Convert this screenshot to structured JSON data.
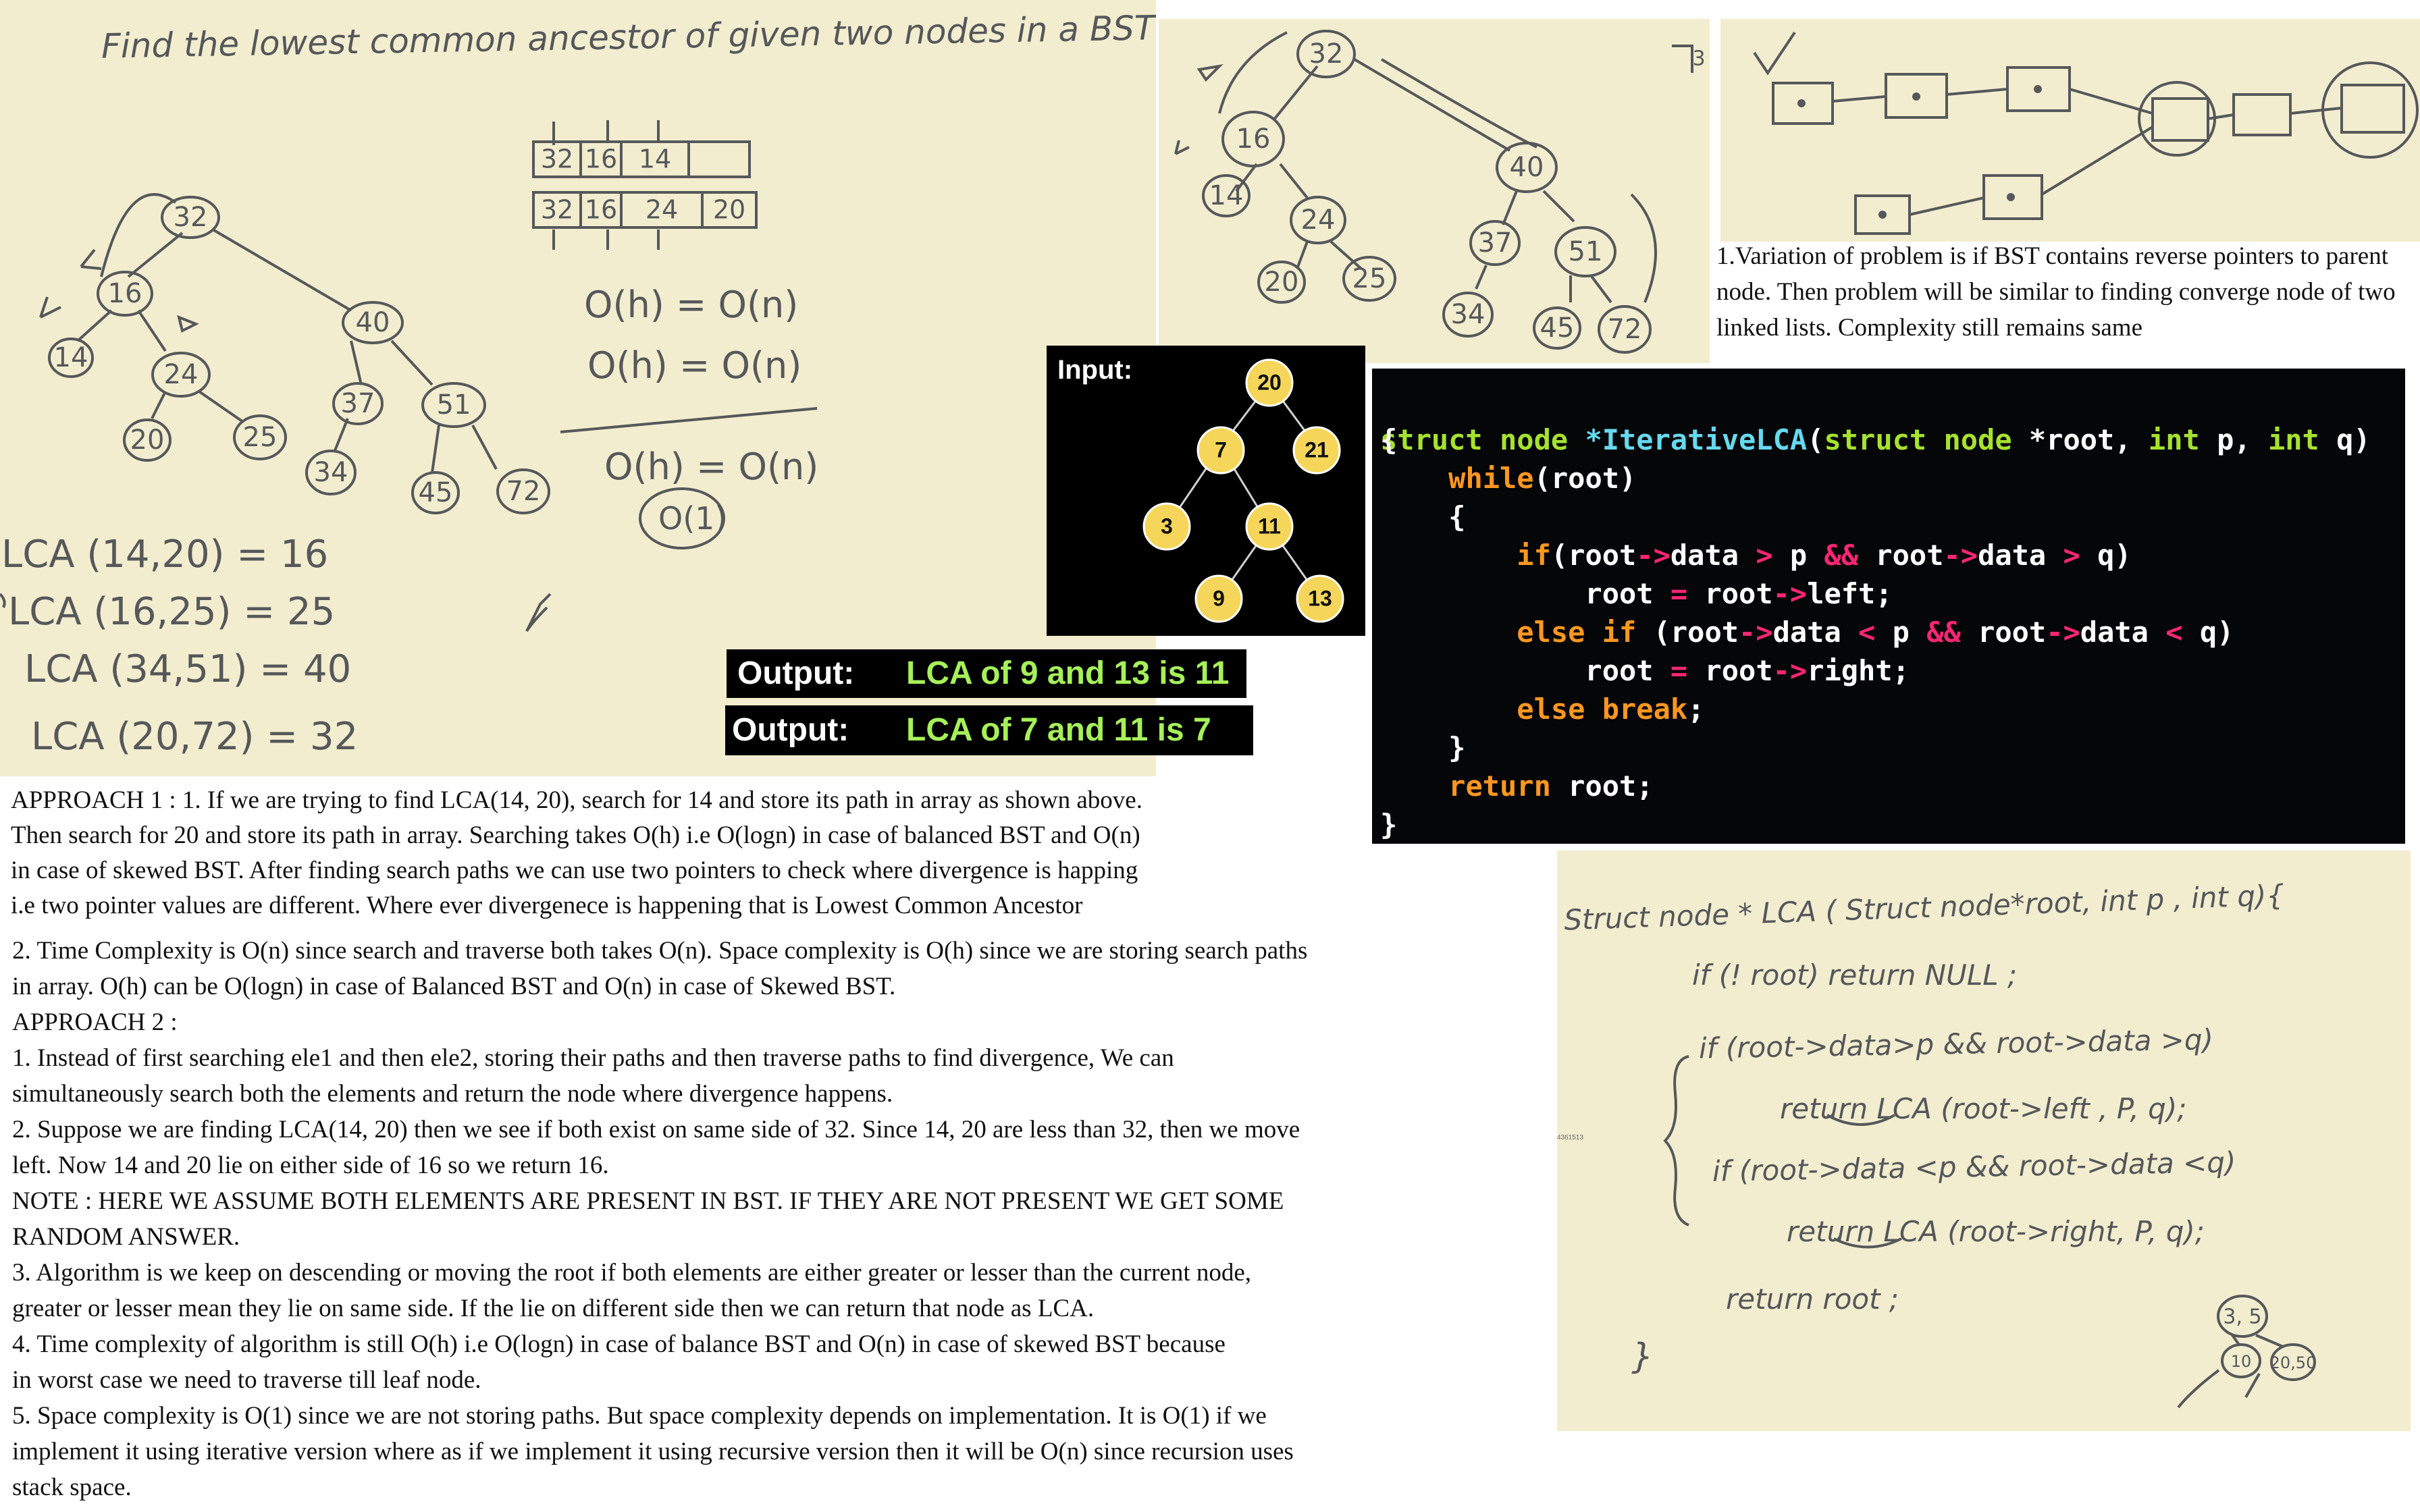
{
  "board_main": {
    "title": "Find the lowest common ancestor of given two nodes in a BST",
    "nodes": [
      "32",
      "16",
      "40",
      "14",
      "24",
      "37",
      "51",
      "20",
      "25",
      "34",
      "45",
      "72"
    ],
    "path_rows": [
      [
        "32",
        "16",
        "14",
        ""
      ],
      [
        "32",
        "16",
        "24",
        "20"
      ]
    ],
    "complexity": [
      "O(h) = O(n)",
      "O(h) = O(n)",
      "O(h) = O(n)",
      "O(1)"
    ],
    "lca_examples": [
      "LCA (14,20) = 16",
      "LCA (16,25) = 25",
      "LCA (34,51) = 40",
      "LCA (20,72) = 32"
    ]
  },
  "board_tree2": {
    "nodes": [
      "32",
      "16",
      "40",
      "14",
      "24",
      "37",
      "51",
      "20",
      "25",
      "34",
      "45",
      "72"
    ],
    "corner_mark": "3"
  },
  "board_lists": {
    "description": "two linked lists converging"
  },
  "variation_note": "1.Variation of problem is if BST contains reverse pointers to parent node. Then problem will be similar to finding converge node of two linked lists. Complexity still remains same",
  "input_panel": {
    "label": "Input:",
    "nodes": [
      "20",
      "7",
      "21",
      "3",
      "11",
      "9",
      "13"
    ]
  },
  "outputs": [
    {
      "label": "Output:",
      "value": "LCA of 9 and 13 is 11"
    },
    {
      "label": "Output:",
      "value": "LCA of 7 and 11 is 7"
    }
  ],
  "code_iterative": {
    "lines": [
      "struct node *IterativeLCA(struct node *root, int p, int q)",
      "{",
      "    while(root)",
      "    {",
      "        if(root->data > p && root->data > q)",
      "            root = root->left;",
      "        else if (root->data < p && root->data < q)",
      "            root = root->right;",
      "        else break;",
      "    }",
      "    return root;",
      "}"
    ]
  },
  "approach1": [
    "APPROACH 1 : 1. If we are trying to find LCA(14, 20), search for 14 and store its path in array as shown above.",
    "Then search for 20 and store its path in array. Searching takes O(h) i.e O(logn) in case of balanced BST and O(n)",
    "in case of skewed BST. After finding search paths we can use two pointers to check where divergence is happing",
    "i.e two pointer values are different. Where ever divergenece is happening that is Lowest Common Ancestor"
  ],
  "approach2": [
    "2. Time Complexity is O(n) since search and traverse both takes O(n). Space complexity is O(h) since we are storing search paths",
    "in array. O(h) can be O(logn) in case of Balanced BST and O(n) in case of Skewed BST.",
    "APPROACH 2 :",
    "1. Instead of first searching ele1 and then ele2, storing their paths and then traverse paths to find divergence, We can",
    "simultaneously search both the elements and return the node where divergence happens.",
    "2. Suppose we are finding LCA(14, 20) then we see if both exist on same side of 32. Since 14, 20 are less than 32, then we move",
    "left. Now 14 and 20 lie on either side of 16 so we return 16.",
    "NOTE : HERE WE ASSUME BOTH ELEMENTS ARE PRESENT IN BST. IF THEY ARE NOT PRESENT WE GET SOME",
    "RANDOM ANSWER.",
    "3. Algorithm is we keep on descending or moving the root if both elements are either greater or lesser than the current node,",
    "greater or lesser mean they lie on same side. If the lie on different side then we can return that node as LCA.",
    "4. Time complexity of algorithm is still O(h) i.e O(logn) in case of balance BST and O(n) in case of skewed BST because",
    "in worst case we need to traverse till leaf node.",
    "5. Space complexity is O(1) since we are not storing paths. But space complexity depends on implementation. It is O(1) if we",
    "implement it using iterative version where as if we implement it using recursive version then it will be O(n) since recursion uses",
    "stack space."
  ],
  "board_code": {
    "lines": [
      "Struct node * LCA ( Struct node*root, int p , int q){",
      "if (! root)  return NULL ;",
      "if (root->data>p && root->data >q)",
      "return  LCA (root->left , P, q);",
      "if  (root->data <p && root->data <q)",
      "return  LCA (root->right, P, q);",
      "return root ;",
      "}"
    ],
    "note_nodes": [
      "3, 5",
      "10",
      "20,50"
    ],
    "watermark": "4361513"
  }
}
